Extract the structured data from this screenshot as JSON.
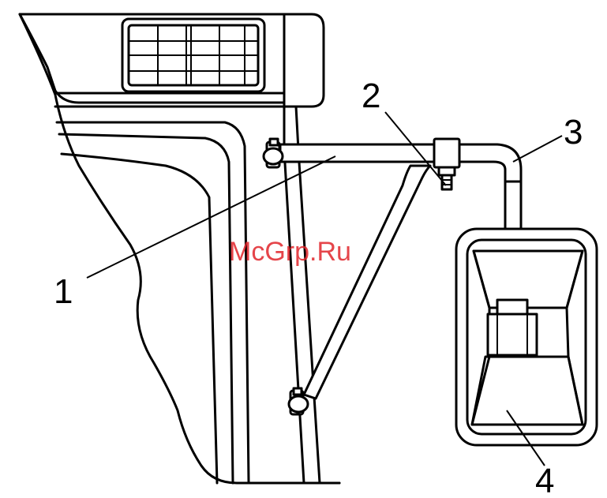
{
  "figure": {
    "callouts": [
      {
        "id": "1",
        "label": "1"
      },
      {
        "id": "2",
        "label": "2"
      },
      {
        "id": "3",
        "label": "3"
      },
      {
        "id": "4",
        "label": "4"
      }
    ],
    "watermark": "McGrp.Ru"
  }
}
